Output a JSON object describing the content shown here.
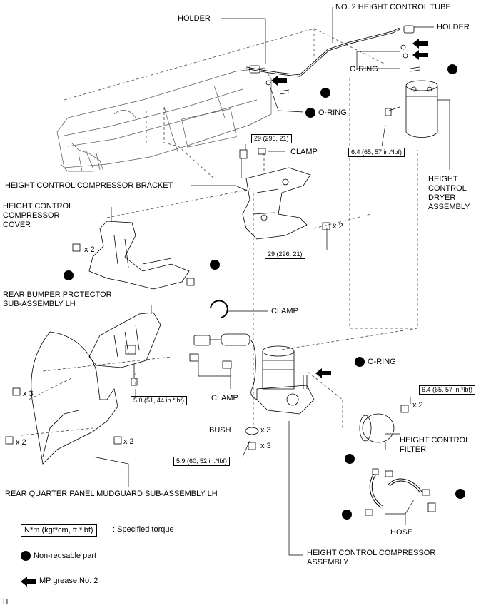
{
  "labels": {
    "holder_top": "HOLDER",
    "tube": "NO. 2 HEIGHT CONTROL TUBE",
    "holder_right": "HOLDER",
    "oring_1": "O-RING",
    "oring_2": "O-RING",
    "oring_3": "O-RING",
    "clamp_1": "CLAMP",
    "clamp_2": "CLAMP",
    "clamp_3": "CLAMP",
    "bracket": "HEIGHT CONTROL COMPRESSOR BRACKET",
    "cover": "HEIGHT CONTROL\nCOMPRESSOR\nCOVER",
    "dryer": "HEIGHT\nCONTROL\nDRYER\nASSEMBLY",
    "protector": "REAR BUMPER PROTECTOR\nSUB-ASSEMBLY LH",
    "filter": "HEIGHT CONTROL\nFILTER",
    "bush": "BUSH",
    "mudguard": "REAR QUARTER PANEL MUDGUARD SUB-ASSEMBLY LH",
    "hose": "HOSE",
    "compressor": "HEIGHT CONTROL COMPRESSOR\nASSEMBLY"
  },
  "torques": {
    "t_bracket_top": "29 (296, 21)",
    "t_bracket_bottom": "29 (296, 21)",
    "t_dryer": "6.4 (65, 57 in.*lbf)",
    "t_protector": "5.0 (51, 44 in.*lbf)",
    "t_filter": "6.4 (65, 57 in.*lbf)",
    "t_bush": "5.9 (60, 52 in.*lbf)"
  },
  "quantities": {
    "q_bracket": "x 2",
    "q_cover": "x 2",
    "q_mud_left_top": "x 3",
    "q_mud_left_bottom": "x 2",
    "q_mud_right": "x 2",
    "q_bush": "x 3",
    "q_bolt": "x 3",
    "q_filter": "x 2"
  },
  "legend": {
    "torque_box": "N*m (kgf*cm, ft.*lbf)",
    "torque_desc": ": Specified torque",
    "nonreusable": "Non-reusable part",
    "grease": "MP grease No. 2"
  },
  "corner_code": "H"
}
